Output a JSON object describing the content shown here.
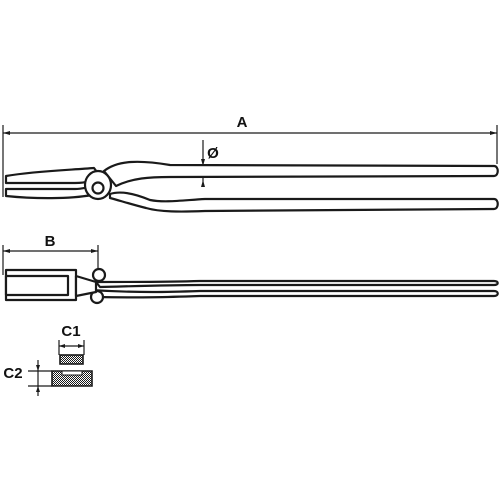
{
  "labels": {
    "overall_length": "A",
    "diameter": "Ø",
    "jaw_length": "B",
    "jaw_width": "C1",
    "jaw_height": "C2"
  },
  "colors": {
    "line": "#1a1a1a",
    "background": "#ffffff"
  }
}
